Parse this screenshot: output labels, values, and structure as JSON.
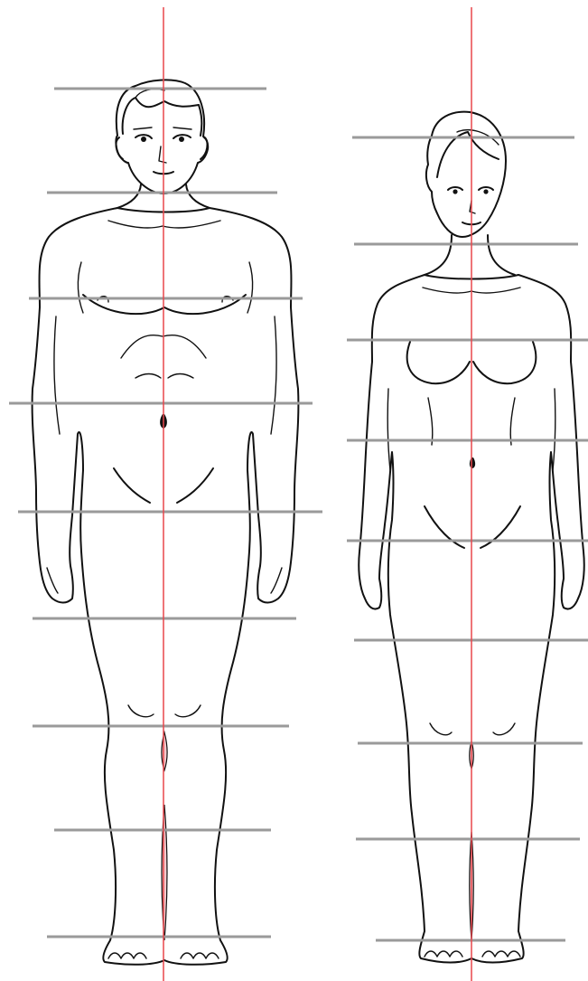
{
  "figure": {
    "male": {
      "name": "male-figure",
      "head_count": 8
    },
    "female": {
      "name": "female-figure",
      "head_count": 8
    }
  },
  "colors": {
    "background": "#ffffff",
    "guide_line": "#9a9a9a",
    "center_axis": "#e8474c",
    "ink": "#111111",
    "leg_gap": "#f4c9cc"
  }
}
